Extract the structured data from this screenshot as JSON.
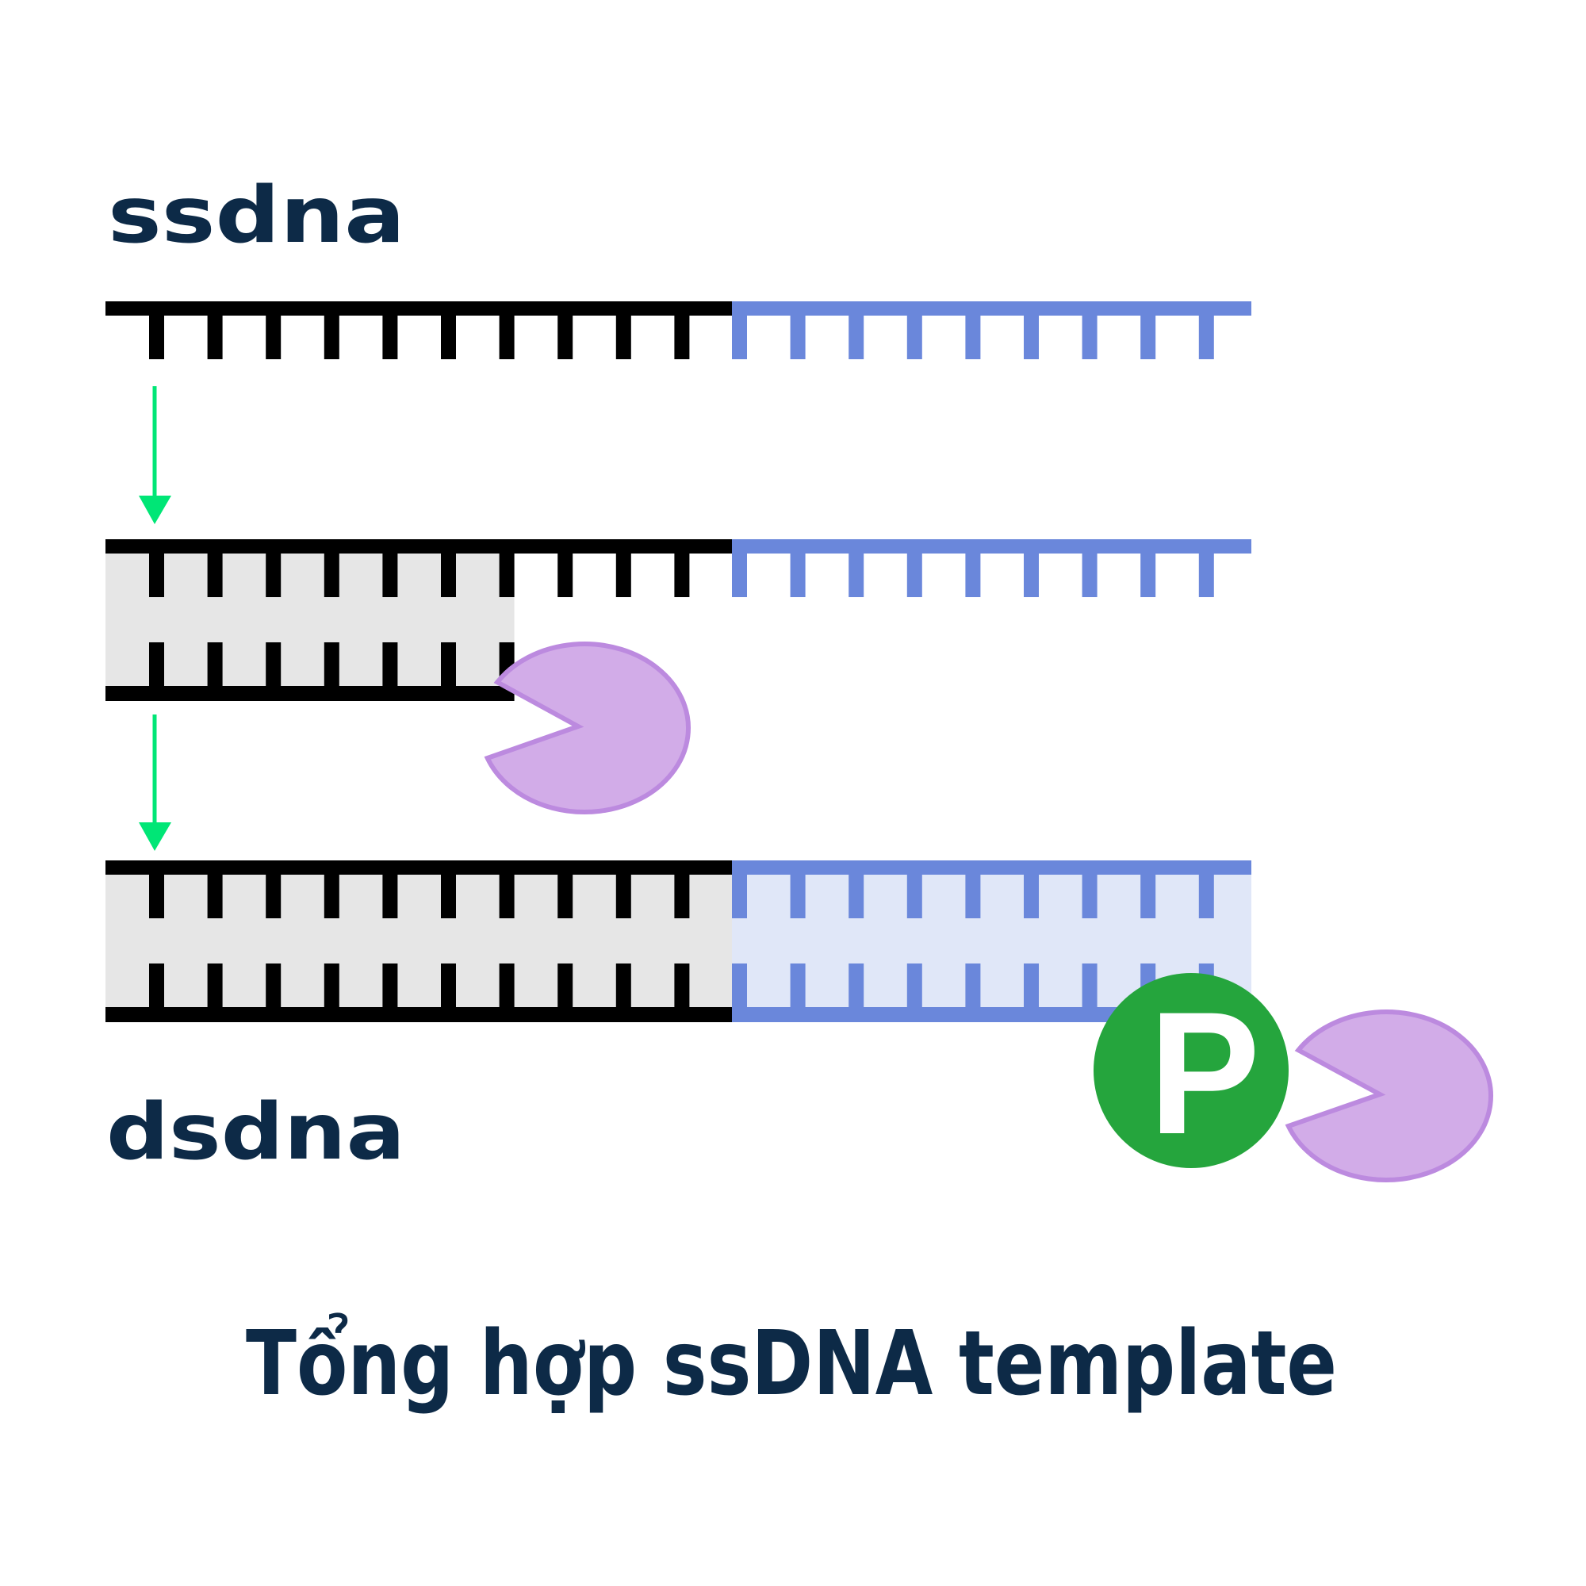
{
  "labels": {
    "top": "ssdna",
    "bottom": "dsdna",
    "title": "Tổng hợp ssDNA template",
    "phosphate": "P"
  },
  "colors": {
    "text": "#0d2a47",
    "primer_strand": "#000000",
    "template_region": "#6a87db",
    "duplex_fill_primer": "#e6e6e6",
    "duplex_fill_template": "#e0e7f8",
    "arrow": "#00e676",
    "phosphate_circle": "#25a53d",
    "enzyme_fill": "#d2ace8",
    "enzyme_stroke": "#bc8adf"
  },
  "strands": {
    "black_bases": 10,
    "blue_bases": 9,
    "stages": [
      {
        "name": "ssdna",
        "complement_black_bases": 0,
        "complement_blue_bases": 0,
        "enzyme": false,
        "phosphate": false
      },
      {
        "name": "partial",
        "complement_black_bases": 7,
        "complement_blue_bases": 0,
        "enzyme": true,
        "phosphate": false
      },
      {
        "name": "dsdna",
        "complement_black_bases": 10,
        "complement_blue_bases": 9,
        "enzyme": true,
        "phosphate": true
      }
    ]
  }
}
